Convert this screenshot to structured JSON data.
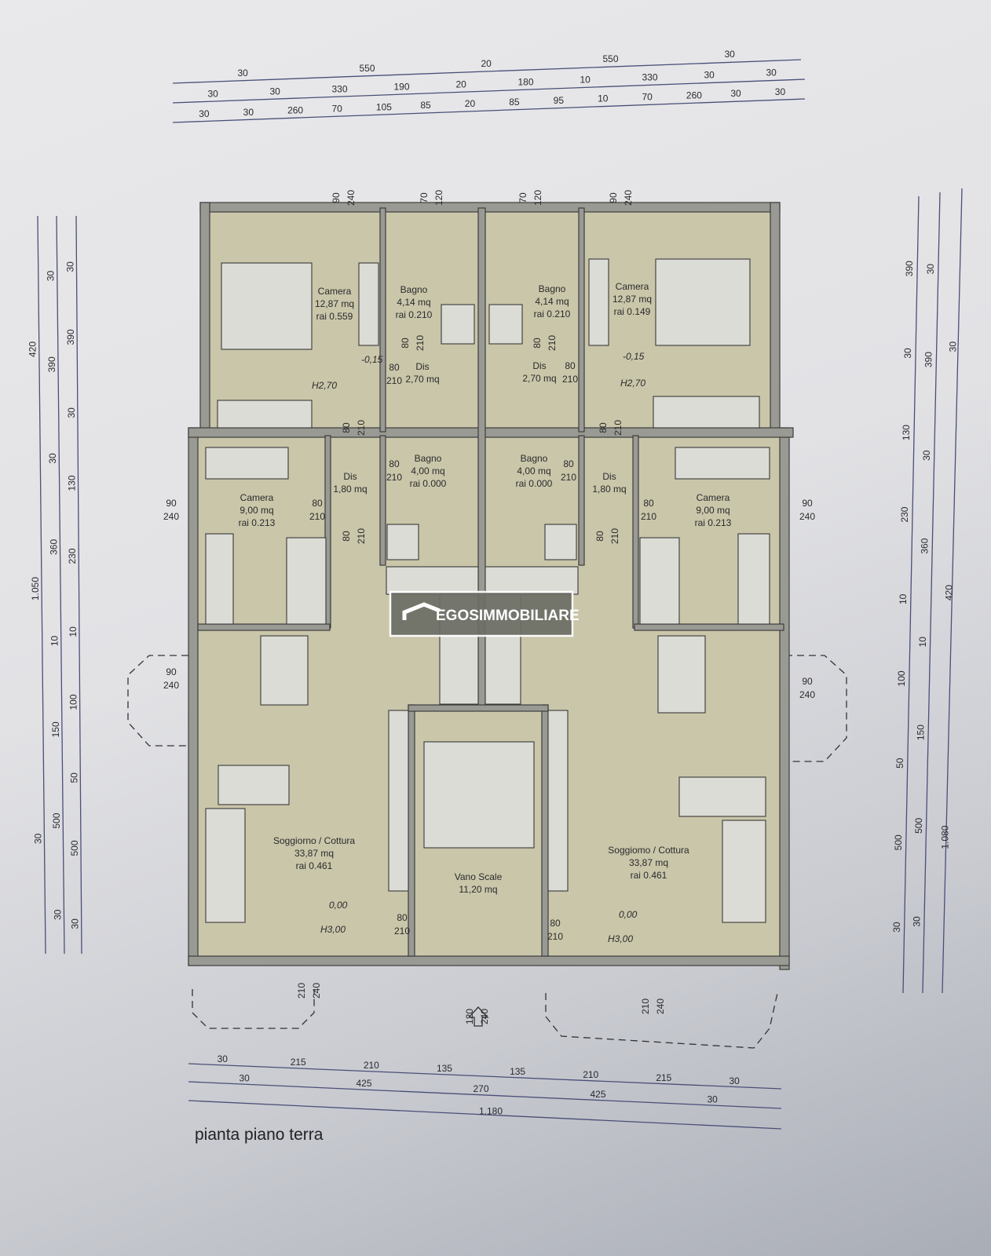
{
  "caption": "pianta piano terra",
  "logo": "EGOSIMMOBILIARE",
  "rooms": {
    "camera_tl": {
      "name": "Camera",
      "area": "12,87 mq",
      "rai": "rai 0.559"
    },
    "bagno_tl": {
      "name": "Bagno",
      "area": "4,14 mq",
      "rai": "rai 0.210"
    },
    "bagno_tr": {
      "name": "Bagno",
      "area": "4,14 mq",
      "rai": "rai 0.210"
    },
    "camera_tr": {
      "name": "Camera",
      "area": "12,87 mq",
      "rai": "rai 0.149"
    },
    "dis_tl": {
      "name": "Dis",
      "area": "2,70 mq"
    },
    "dis_tr": {
      "name": "Dis",
      "area": "2,70 mq"
    },
    "bagno_ml": {
      "name": "Bagno",
      "area": "4,00 mq",
      "rai": "rai 0.000"
    },
    "bagno_mr": {
      "name": "Bagno",
      "area": "4,00 mq",
      "rai": "rai 0.000"
    },
    "dis_ml": {
      "name": "Dis",
      "area": "1,80 mq"
    },
    "dis_mr": {
      "name": "Dis",
      "area": "1,80 mq"
    },
    "camera_ml": {
      "name": "Camera",
      "area": "9,00 mq",
      "rai": "rai 0.213"
    },
    "camera_mr": {
      "name": "Camera",
      "area": "9,00 mq",
      "rai": "rai 0.213"
    },
    "soggiorno_l": {
      "name": "Soggiorno / Cottura",
      "area": "33,87 mq",
      "rai": "rai 0.461"
    },
    "soggiorno_r": {
      "name": "Soggiomo / Cottura",
      "area": "33,87 mq",
      "rai": "rai 0.461"
    },
    "vano_scale": {
      "name": "Vano Scale",
      "area": "11,20 mq"
    }
  },
  "levels": {
    "upper_floor": "-0,15",
    "upper_height": "H2,70",
    "lower_floor": "0,00",
    "lower_height": "H3,00"
  },
  "openings": {
    "w90": "90",
    "h240": "240",
    "w70": "70",
    "h120": "120",
    "w80": "80",
    "h210": "210",
    "w120": "120"
  },
  "dims": {
    "top1": [
      "30",
      "550",
      "20",
      "550",
      "30"
    ],
    "top2": [
      "30",
      "30",
      "330",
      "190",
      "20",
      "180",
      "10",
      "330",
      "30",
      "30"
    ],
    "top3": [
      "30",
      "30",
      "260",
      "70",
      "105",
      "85",
      "20",
      "85",
      "95",
      "10",
      "70",
      "260",
      "30",
      "30"
    ],
    "bottom1": [
      "30",
      "215",
      "210",
      "135",
      "135",
      "210",
      "215",
      "30"
    ],
    "bottom2": [
      "30",
      "425",
      "270",
      "425",
      "30"
    ],
    "bottom3": [
      "1.180"
    ],
    "left1": [
      "420",
      "1.050",
      "30"
    ],
    "left2": [
      "30",
      "390",
      "30",
      "360",
      "10",
      "150",
      "500",
      "30"
    ],
    "left3": [
      "30",
      "390",
      "30",
      "130",
      "230",
      "10",
      "100",
      "50",
      "500",
      "30"
    ],
    "right1": [
      "390",
      "30",
      "130",
      "230",
      "10",
      "100",
      "50",
      "500",
      "30"
    ],
    "right2": [
      "30",
      "390",
      "30",
      "360",
      "10",
      "150",
      "500",
      "30"
    ],
    "right3": [
      "30",
      "420",
      "1.080"
    ]
  }
}
